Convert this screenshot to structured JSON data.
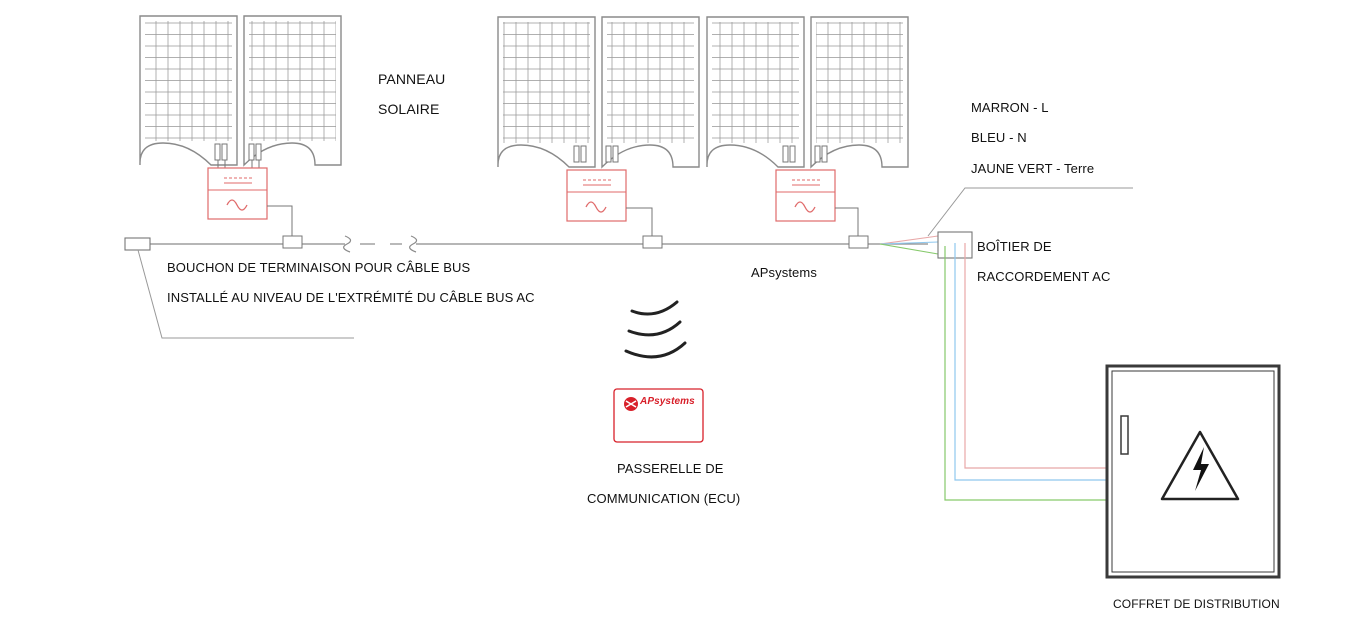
{
  "labels": {
    "panel_line1": "PANNEAU",
    "panel_line2": "SOLAIRE",
    "wire_brown": "MARRON - L",
    "wire_blue": "BLEU - N",
    "wire_green": "JAUNE VERT - Terre",
    "junction_line1": "BOÎTIER DE",
    "junction_line2": "RACCORDEMENT AC",
    "terminator_line1": "BOUCHON DE TERMINAISON POUR CÂBLE BUS",
    "terminator_line2": "INSTALLÉ AU NIVEAU DE L'EXTRÉMITÉ DU CÂBLE BUS AC",
    "bus_brand": "APsystems",
    "ecu_line1": "PASSERELLE DE",
    "ecu_line2": "COMMUNICATION (ECU)",
    "distribution": "COFFRET DE DISTRIBUTION",
    "ecu_logo": "APsystems"
  },
  "colors": {
    "wire_brown": "#e8a8a8",
    "wire_blue": "#8fc8ee",
    "wire_green": "#86c96b",
    "inverter": "#e06a6a",
    "logo_red": "#d8202a",
    "line": "#8a8a8a"
  },
  "icons": {
    "wireless": "wifi-signal-icon",
    "hazard": "high-voltage-warning-icon"
  }
}
